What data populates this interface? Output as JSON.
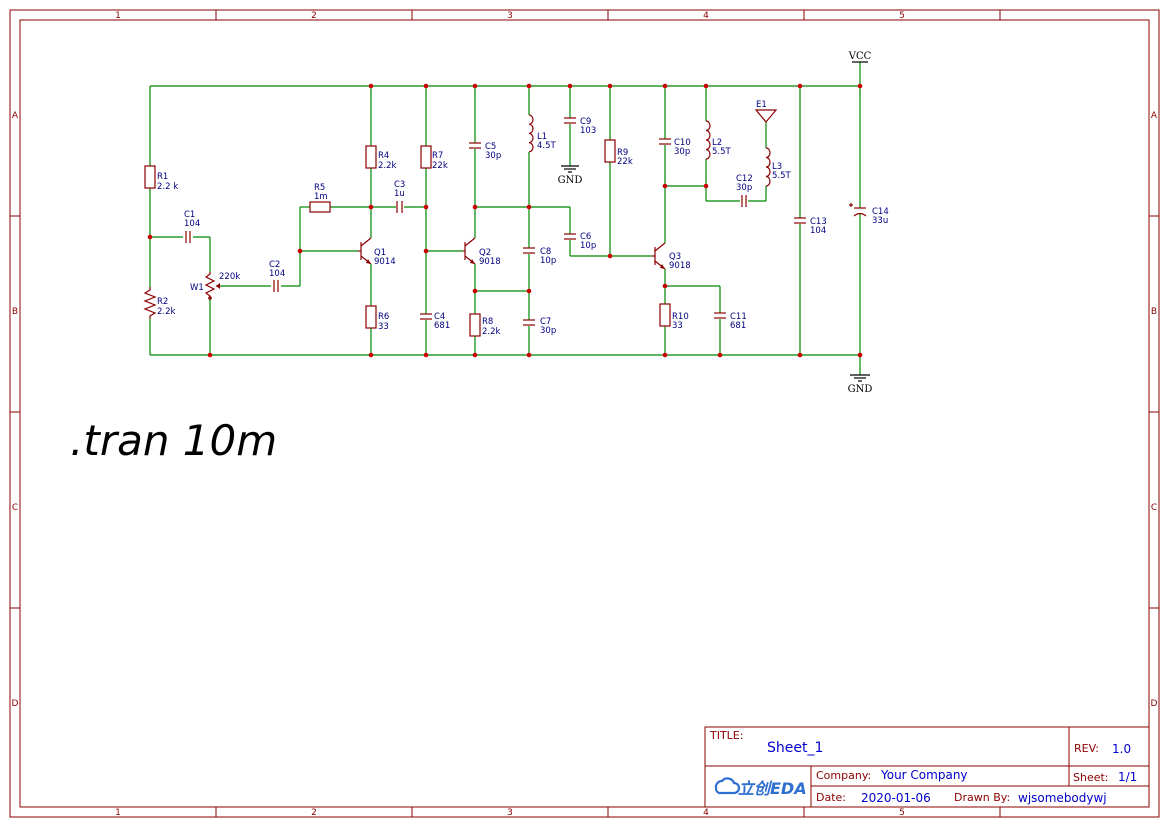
{
  "frame": {
    "columns": [
      "1",
      "2",
      "3",
      "4",
      "5"
    ],
    "rows": [
      "A",
      "B",
      "C",
      "D"
    ]
  },
  "spice_directive": ".tran 10m",
  "power": {
    "vcc": "VCC",
    "gnd_main": "GND",
    "gnd_c9": "GND"
  },
  "components": [
    {
      "des": "R1",
      "val": "2.2 k"
    },
    {
      "des": "R2",
      "val": "2.2k"
    },
    {
      "des": "C1",
      "val": "104"
    },
    {
      "des": "W1",
      "val": "220k"
    },
    {
      "des": "C2",
      "val": "104"
    },
    {
      "des": "R5",
      "val": "1m"
    },
    {
      "des": "C3",
      "val": "1u"
    },
    {
      "des": "R4",
      "val": "2.2k"
    },
    {
      "des": "Q1",
      "val": "9014"
    },
    {
      "des": "R6",
      "val": "33"
    },
    {
      "des": "R7",
      "val": "22k"
    },
    {
      "des": "C4",
      "val": "681"
    },
    {
      "des": "C5",
      "val": "30p"
    },
    {
      "des": "Q2",
      "val": "9018"
    },
    {
      "des": "R8",
      "val": "2.2k"
    },
    {
      "des": "L1",
      "val": "4.5T"
    },
    {
      "des": "C9",
      "val": "103"
    },
    {
      "des": "C8",
      "val": "10p"
    },
    {
      "des": "C7",
      "val": "30p"
    },
    {
      "des": "C6",
      "val": "10p"
    },
    {
      "des": "R9",
      "val": "22k"
    },
    {
      "des": "C10",
      "val": "30p"
    },
    {
      "des": "Q3",
      "val": "9018"
    },
    {
      "des": "R10",
      "val": "33"
    },
    {
      "des": "C11",
      "val": "681"
    },
    {
      "des": "L2",
      "val": "5.5T"
    },
    {
      "des": "E1",
      "val": ""
    },
    {
      "des": "L3",
      "val": "5.5T"
    },
    {
      "des": "C12",
      "val": "30p"
    },
    {
      "des": "C13",
      "val": "104"
    },
    {
      "des": "C14",
      "val": "33u"
    }
  ],
  "title_block": {
    "title_label": "TITLE:",
    "title": "Sheet_1",
    "rev_label": "REV:",
    "rev": "1.0",
    "company_label": "Company:",
    "company": "Your Company",
    "sheet_label": "Sheet:",
    "sheet": "1/1",
    "date_label": "Date:",
    "date": "2020-01-06",
    "drawn_label": "Drawn By:",
    "drawn": "wjsomebodywj",
    "logo_text": "立创EDA"
  }
}
